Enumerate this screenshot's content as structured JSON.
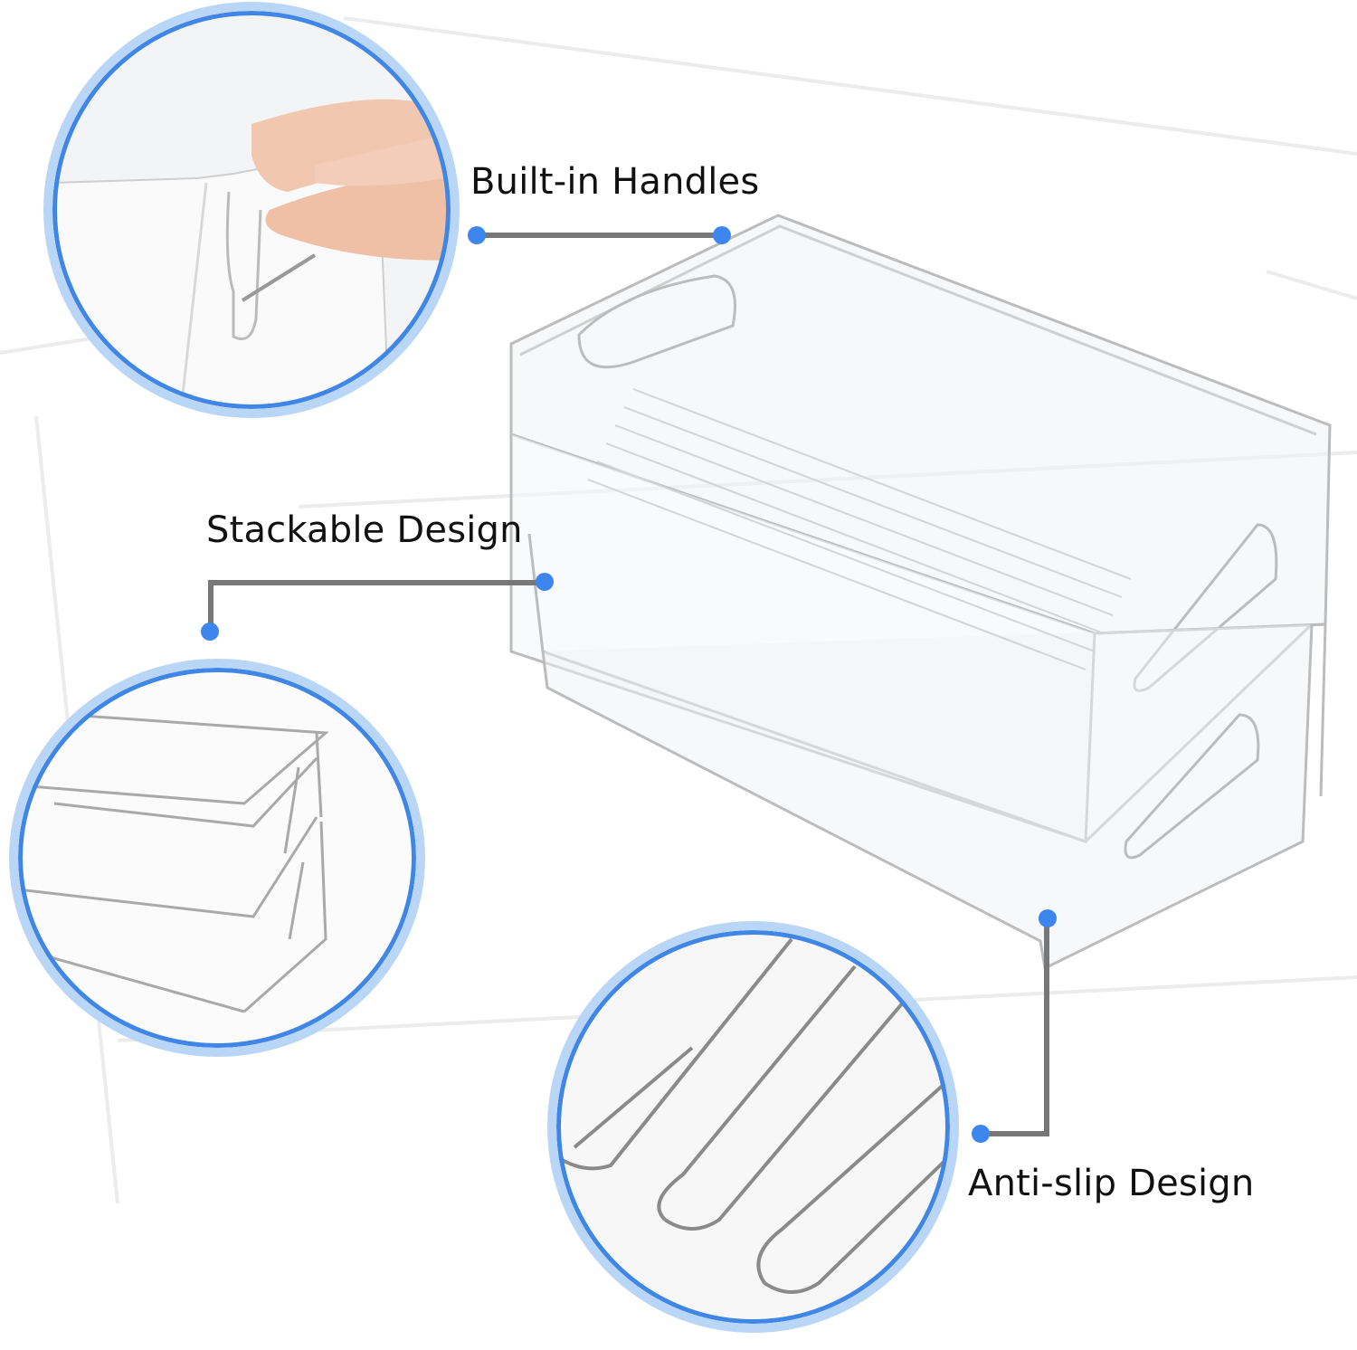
{
  "features": [
    {
      "id": "handles",
      "label": "Built-in Handles"
    },
    {
      "id": "stackable",
      "label": "Stackable Design"
    },
    {
      "id": "antislip",
      "label": "Anti-slip Design"
    }
  ],
  "colors": {
    "accent_dot": "#3c86ee",
    "circle_ring_outer": "#b9d6f7",
    "circle_ring_inner": "#3f86e6",
    "connector_line": "#777777",
    "label_text": "#111111"
  }
}
